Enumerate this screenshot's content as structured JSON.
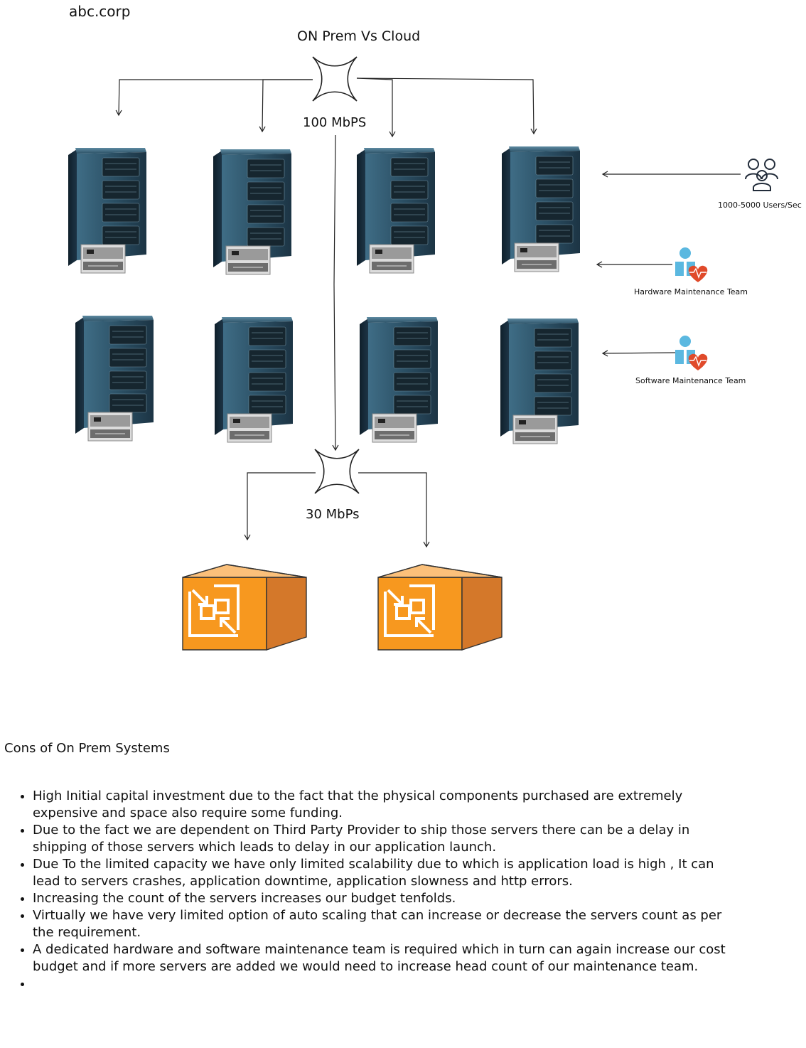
{
  "header": {
    "brand": "abc.corp",
    "title": "ON Prem Vs Cloud"
  },
  "network": {
    "top_bandwidth": "100 MbPS",
    "bottom_bandwidth": "30 MbPs"
  },
  "actors": {
    "users": {
      "label": "1000-5000 Users/Sec",
      "icon": "users-group-icon"
    },
    "hardware_team": {
      "label": "Hardware Maintenance Team",
      "icon": "maintenance-person-icon"
    },
    "software_team": {
      "label": "Software Maintenance Team",
      "icon": "maintenance-person-icon"
    }
  },
  "icons": {
    "switch": "network-switch-icon",
    "server": "server-rack-icon",
    "storage": "storage-box-icon"
  },
  "colors": {
    "server_body": "#2b4a5e",
    "storage_orange": "#f7981f",
    "storage_dark": "#d4782a",
    "person_blue": "#5bb8e0",
    "heart_red": "#e04a2a"
  },
  "cons": {
    "heading": "Cons of On Prem Systems",
    "items": [
      "High Initial capital investment due to the fact that the physical components purchased are extremely expensive and space also require some funding.",
      "Due to the fact we are dependent on Third Party Provider to ship those servers there can be a delay in shipping of those servers which leads to delay in our application launch.",
      "Due To the limited capacity we have only limited scalability due to which is application load is high , It can lead to servers crashes, application downtime, application slowness and http errors.",
      "Increasing the count of the servers increases our budget tenfolds.",
      "Virtually we have very limited option of auto scaling that can increase or decrease the servers count as per the requirement.",
      "A dedicated hardware and software maintenance team is required which in turn can again increase our cost budget and if more servers are added we would need to increase head count of our maintenance team.",
      ""
    ]
  }
}
